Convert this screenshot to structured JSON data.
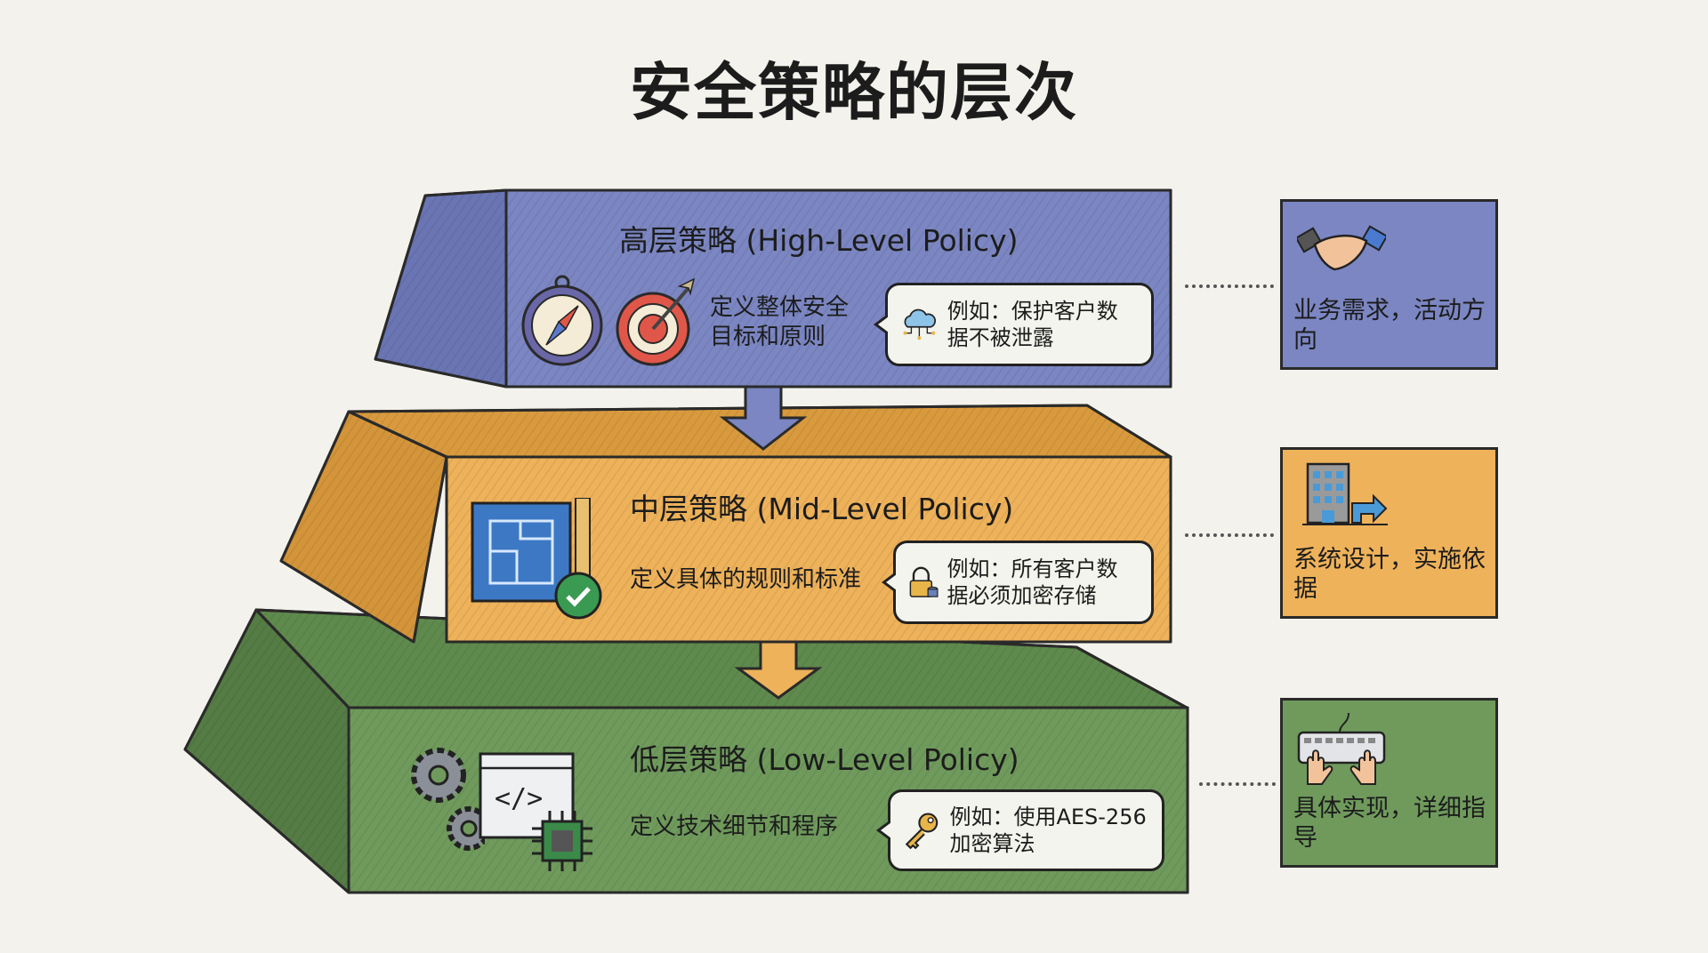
{
  "title": "安全策略的层次",
  "colors": {
    "high": "#7b86c2",
    "mid": "#eeb25a",
    "low": "#6f9a5c",
    "background": "#f3f2ec"
  },
  "layers": [
    {
      "title": "高层策略 (High-Level Policy)",
      "description": "定义整体安全目标和原则",
      "example": "例如：保护客户数据不被泄露",
      "icons": [
        "compass-icon",
        "target-icon",
        "cloud-network-icon"
      ],
      "side": {
        "text": "业务需求，活动方向",
        "icon": "handshake-icon"
      }
    },
    {
      "title": "中层策略 (Mid-Level Policy)",
      "description": "定义具体的规则和标准",
      "example": "例如：所有客户数据必须加密存储",
      "icons": [
        "blueprint-icon",
        "check-icon",
        "lock-database-icon"
      ],
      "side": {
        "text": "系统设计，实施依据",
        "icon": "building-icon"
      }
    },
    {
      "title": "低层策略 (Low-Level Policy)",
      "description": "定义技术细节和程序",
      "example": "例如：使用AES-256加密算法",
      "icons": [
        "gears-icon",
        "code-window-icon",
        "chip-icon",
        "key-icon"
      ],
      "side": {
        "text": "具体实现，详细指导",
        "icon": "keyboard-icon"
      }
    }
  ]
}
